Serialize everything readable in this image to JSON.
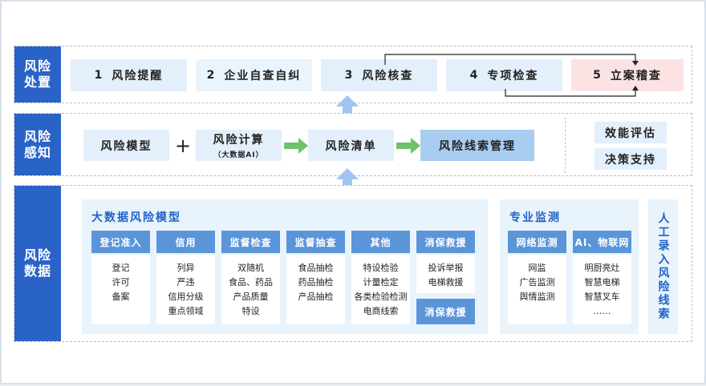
{
  "bands": {
    "disposal": "风险\n处置",
    "perception": "风险\n感知",
    "data": "风险\n数据"
  },
  "steps": [
    {
      "num": "1",
      "label": "风险提醒"
    },
    {
      "num": "2",
      "label": "企业自查自纠"
    },
    {
      "num": "3",
      "label": "风险核查"
    },
    {
      "num": "4",
      "label": "专项检查"
    },
    {
      "num": "5",
      "label": "立案稽查"
    }
  ],
  "perception": {
    "model": "风险模型",
    "plus": "+",
    "calc": "风险计算",
    "calc_sub": "（大数据AI）",
    "list": "风险清单",
    "clue_mgmt": "风险线索管理",
    "eval": "效能评估",
    "decision": "决策支持"
  },
  "bigdata": {
    "title": "大数据风险模型",
    "columns": [
      {
        "head": "登记准入",
        "items": [
          "登记",
          "许可",
          "备案"
        ]
      },
      {
        "head": "信用",
        "items": [
          "列异",
          "严违",
          "信用分级",
          "重点领域"
        ]
      },
      {
        "head": "监督检查",
        "items": [
          "双随机",
          "食品、药品",
          "产品质量",
          "特设"
        ]
      },
      {
        "head": "监督抽查",
        "items": [
          "食品抽检",
          "药品抽检",
          "产品抽检"
        ]
      },
      {
        "head": "其他",
        "items": [
          "特设检验",
          "计量检定",
          "各类检验检测",
          "电商线索"
        ]
      },
      {
        "head": "消保救援",
        "items": [
          "投诉举报",
          "电梯救援"
        ]
      }
    ],
    "extra_head": "消保救援"
  },
  "monitor": {
    "title": "专业监测",
    "columns": [
      {
        "head": "网络监测",
        "items": [
          "网监",
          "广告监测",
          "舆情监测"
        ]
      },
      {
        "head": "AI、物联网",
        "items": [
          "明厨亮灶",
          "智慧电梯",
          "智慧叉车",
          "……"
        ]
      }
    ]
  },
  "manual": "人工录入风险线索",
  "colors": {
    "band": "#2a63c8",
    "header": "#5b95d9",
    "arrow_green": "#6cc36c",
    "arrow_blue": "#9fc5ee"
  }
}
